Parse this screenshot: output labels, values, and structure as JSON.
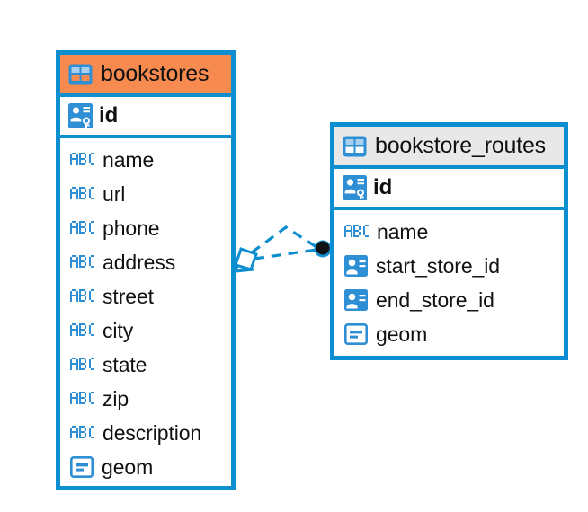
{
  "diagram": {
    "type": "entity-relationship-diagram",
    "colors": {
      "border": "#0d8ed0",
      "header_highlight": "#f78b4f",
      "header_default": "#e8e8e8",
      "icon_blue": "#2e8fd4",
      "text": "#101010",
      "connector": "#0d8ed0",
      "endpoint_dot": "#111111"
    },
    "entities": [
      {
        "name": "bookstores",
        "header_style": "highlight",
        "icon": "table-icon",
        "primary_key": {
          "label": "id",
          "icon": "primary-key-icon"
        },
        "fields": [
          {
            "label": "name",
            "icon": "abc-text-icon"
          },
          {
            "label": "url",
            "icon": "abc-text-icon"
          },
          {
            "label": "phone",
            "icon": "abc-text-icon"
          },
          {
            "label": "address",
            "icon": "abc-text-icon"
          },
          {
            "label": "street",
            "icon": "abc-text-icon"
          },
          {
            "label": "city",
            "icon": "abc-text-icon"
          },
          {
            "label": "state",
            "icon": "abc-text-icon"
          },
          {
            "label": "zip",
            "icon": "abc-text-icon"
          },
          {
            "label": "description",
            "icon": "abc-text-icon"
          },
          {
            "label": "geom",
            "icon": "geometry-icon"
          }
        ]
      },
      {
        "name": "bookstore_routes",
        "header_style": "default",
        "icon": "table-icon",
        "primary_key": {
          "label": "id",
          "icon": "primary-key-icon"
        },
        "fields": [
          {
            "label": "name",
            "icon": "abc-text-icon"
          },
          {
            "label": "start_store_id",
            "icon": "foreign-key-icon"
          },
          {
            "label": "end_store_id",
            "icon": "foreign-key-icon"
          },
          {
            "label": "geom",
            "icon": "geometry-icon"
          }
        ]
      }
    ],
    "relationship": {
      "from_entity": "bookstores",
      "to_entity": "bookstore_routes",
      "line_style": "dashed",
      "source_marker": "diamond-arrow-marker",
      "target_marker": "filled-dot-marker"
    }
  }
}
